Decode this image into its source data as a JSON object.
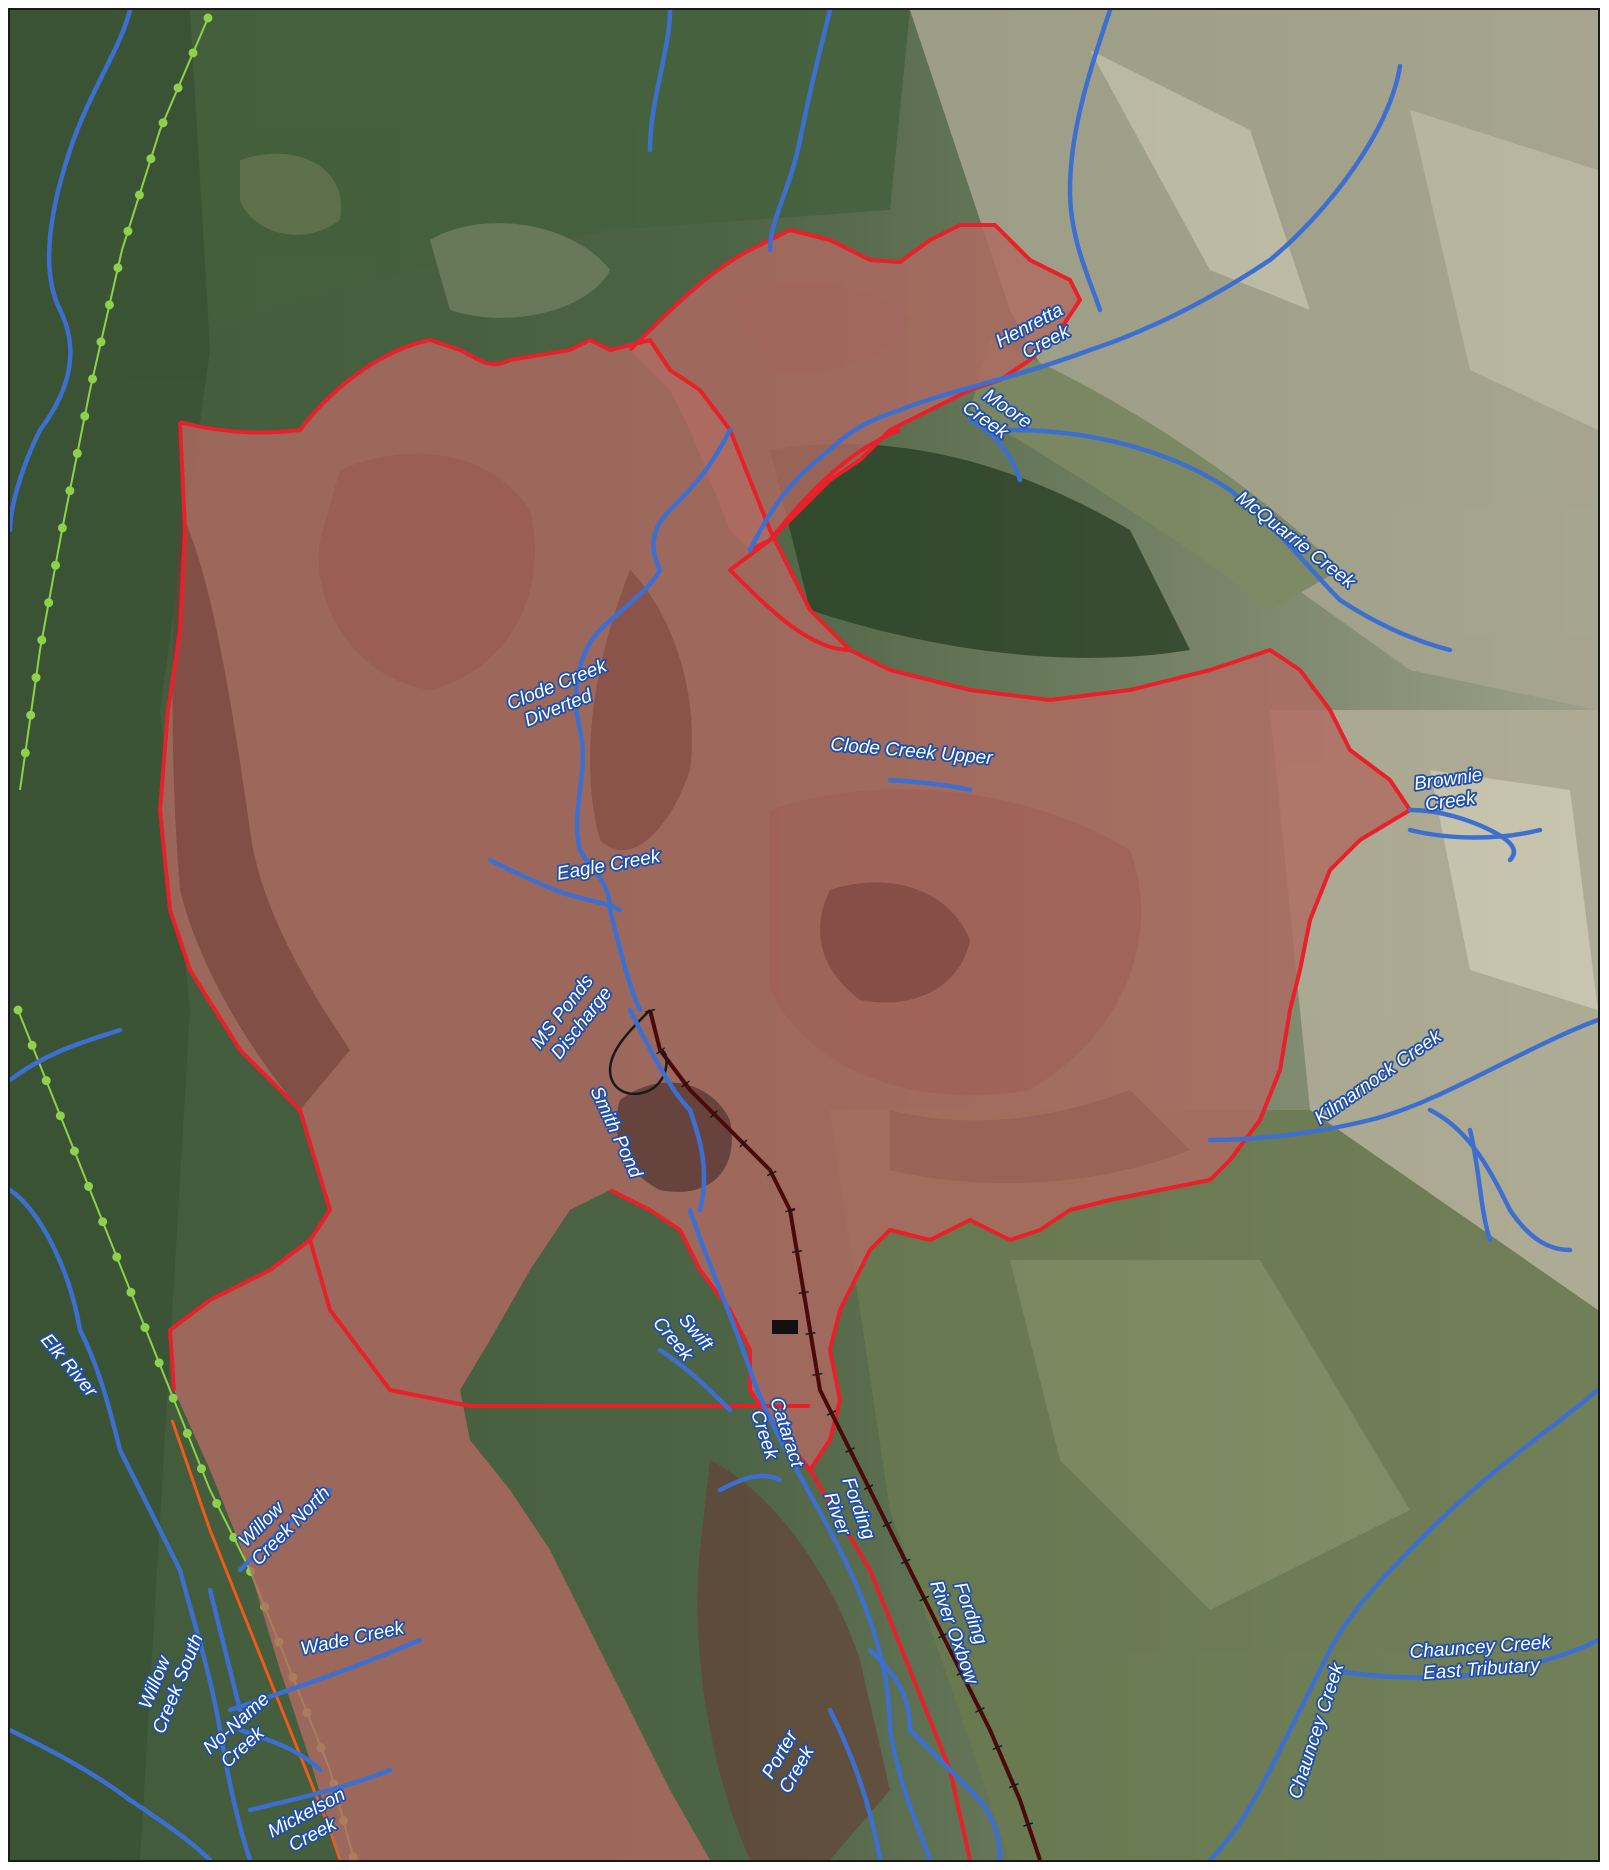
{
  "colors": {
    "stream": "#3d6fd1",
    "boundary": "#e8202a",
    "mine_fill": "#b06a62",
    "railway": "#4a0a0a",
    "transmission": "#8ed14a",
    "highway": "#f05a1a",
    "label_text": "#ffffff",
    "label_halo": "#1f4fa8"
  },
  "labels": {
    "henretta": [
      "Henretta",
      "Creek"
    ],
    "moore": [
      "Moore",
      "Creek"
    ],
    "mcquarrie": [
      "McQuarrie Creek"
    ],
    "clode_diverted": [
      "Clode Creek",
      "Diverted"
    ],
    "clode_upper": [
      "Clode Creek Upper"
    ],
    "brownie": [
      "Brownie",
      "Creek"
    ],
    "eagle": [
      "Eagle Creek"
    ],
    "ms_ponds": [
      "MS Ponds",
      "Discharge"
    ],
    "smith": [
      "Smith Pond"
    ],
    "kilmarnock": [
      "Kilmarnock Creek"
    ],
    "swift": [
      "Swift",
      "Creek"
    ],
    "cataract": [
      "Cataract",
      "Creek"
    ],
    "fording": [
      "Fording",
      "River"
    ],
    "elk": [
      "Elk River"
    ],
    "willow_north": [
      "Willow",
      "Creek North"
    ],
    "willow_south": [
      "Willow",
      "Creek South"
    ],
    "wade": [
      "Wade Creek"
    ],
    "no_name": [
      "No-Name",
      "Creek"
    ],
    "mickelson": [
      "Mickelson",
      "Creek"
    ],
    "porter": [
      "Porter",
      "Creek"
    ],
    "fording_oxbow": [
      "Fording",
      "River Oxbow"
    ],
    "chauncey": [
      "Chauncey Creek"
    ],
    "chauncey_east": [
      "Chauncey Creek",
      "East Tributary"
    ]
  }
}
